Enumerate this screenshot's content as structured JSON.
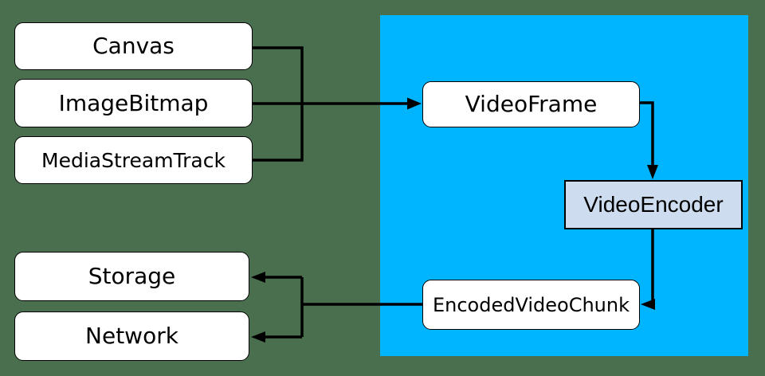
{
  "diagram": {
    "description": "WebCodecs video encode pipeline diagram",
    "nodes": {
      "canvas": {
        "label": "Canvas"
      },
      "image_bitmap": {
        "label": "ImageBitmap"
      },
      "media_stream_track": {
        "label": "MediaStreamTrack"
      },
      "video_frame": {
        "label": "VideoFrame"
      },
      "video_encoder": {
        "label": "VideoEncoder"
      },
      "encoded_video_chunk": {
        "label": "EncodedVideoChunk"
      },
      "storage": {
        "label": "Storage"
      },
      "network": {
        "label": "Network"
      }
    },
    "edges": [
      "Canvas -> VideoFrame",
      "ImageBitmap -> VideoFrame",
      "MediaStreamTrack -> VideoFrame",
      "VideoFrame -> VideoEncoder",
      "VideoEncoder -> EncodedVideoChunk",
      "EncodedVideoChunk -> Storage",
      "EncodedVideoChunk -> Network"
    ]
  },
  "colors": {
    "background": "#4a6f4e",
    "pipeline_bg": "#00b5ff",
    "node_fill": "#ffffff",
    "encoder_fill": "#cddcee",
    "line": "#000000"
  }
}
